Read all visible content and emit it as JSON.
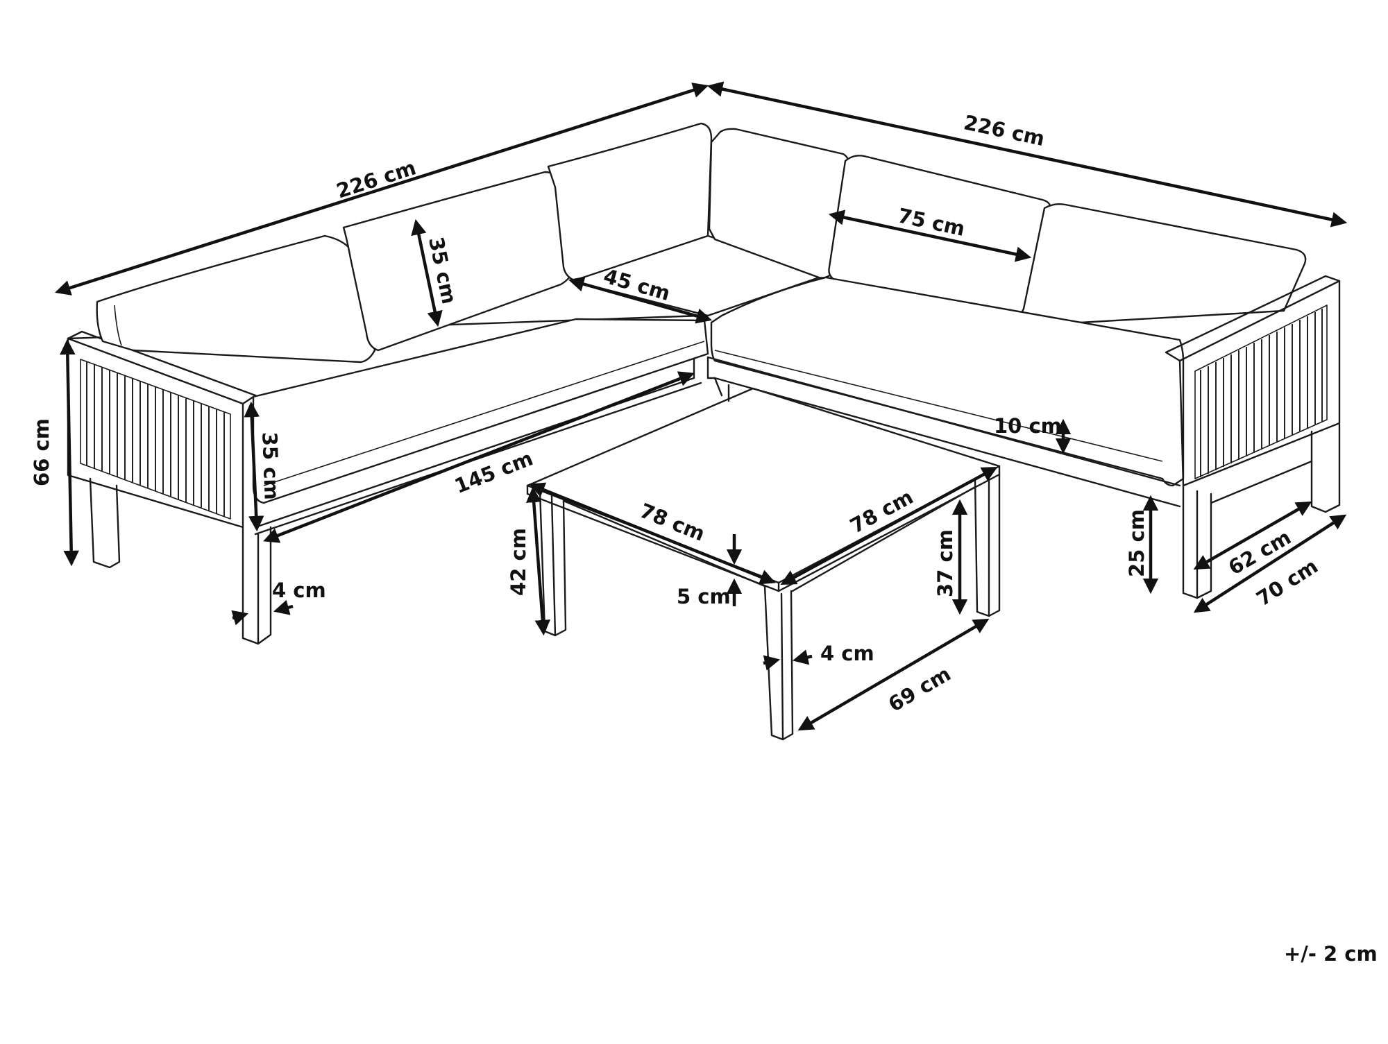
{
  "diagram": {
    "dimensions": {
      "sofa_left_length": "226 cm",
      "sofa_right_length": "226 cm",
      "backrest_cushion_height": "35 cm",
      "seat_depth": "45 cm",
      "back_cushion_width": "75 cm",
      "total_height": "66 cm",
      "armrest_height": "35 cm",
      "seat_length": "145 cm",
      "leg_width_sofa": "4 cm",
      "seat_cushion_thickness": "10 cm",
      "seat_height_from_floor": "25 cm",
      "sofa_depth_inner": "62 cm",
      "sofa_depth_outer": "70 cm",
      "table_length_left": "78 cm",
      "table_length_right": "78 cm",
      "table_height": "42 cm",
      "table_top_thickness": "5 cm",
      "table_leg_height": "37 cm",
      "table_leg_width": "4 cm",
      "table_leg_span": "69 cm"
    },
    "tolerance": "+/- 2 cm"
  }
}
